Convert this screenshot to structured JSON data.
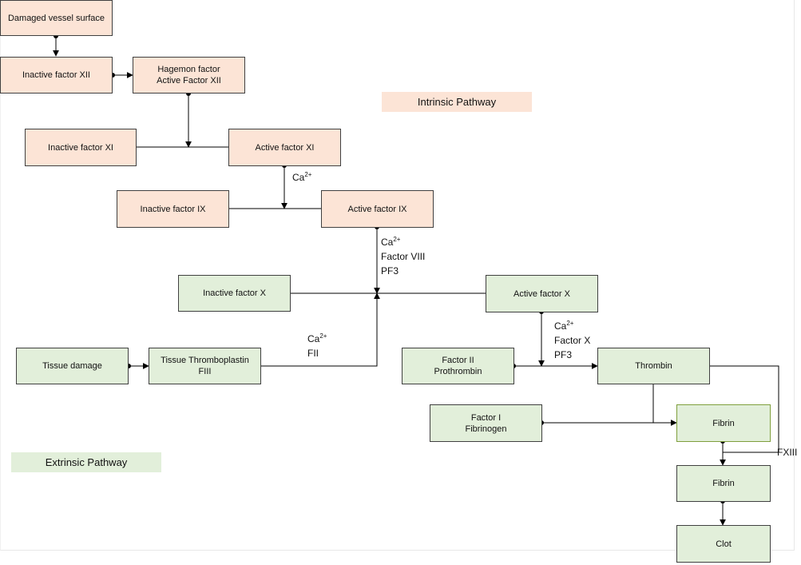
{
  "nodes": {
    "damaged_vessel": "Damaged vessel surface",
    "inactive_xii": "Inactive factor XII",
    "hagemon_line1": "Hagemon factor",
    "hagemon_line2": "Active Factor XII",
    "inactive_xi": "Inactive factor XI",
    "active_xi": "Active factor XI",
    "inactive_ix": "Inactive factor IX",
    "active_ix": "Active factor IX",
    "inactive_x": "Inactive factor X",
    "active_x": "Active factor X",
    "tissue_damage": "Tissue damage",
    "tissue_thrombo_line1": "Tissue Thromboplastin",
    "tissue_thrombo_line2": "FIII",
    "factor_ii_line1": "Factor II",
    "factor_ii_line2": "Prothrombin",
    "thrombin": "Thrombin",
    "factor_i_line1": "Factor I",
    "factor_i_line2": "Fibrinogen",
    "fibrin_1": "Fibrin",
    "fibrin_2": "Fibrin",
    "clot": "Clot"
  },
  "legends": {
    "intrinsic": "Intrinsic Pathway",
    "extrinsic": "Extrinsic Pathway"
  },
  "annotations": {
    "ca_label": "Ca",
    "ca_charge": "2+",
    "factor_viii": "Factor VIII",
    "pf3": "PF3",
    "fii": "FII",
    "factor_x": "Factor X",
    "fxiii": "FXIII"
  },
  "colors": {
    "intrinsic_fill": "#fce4d6",
    "extrinsic_fill": "#e2efda",
    "line": "#000000"
  }
}
